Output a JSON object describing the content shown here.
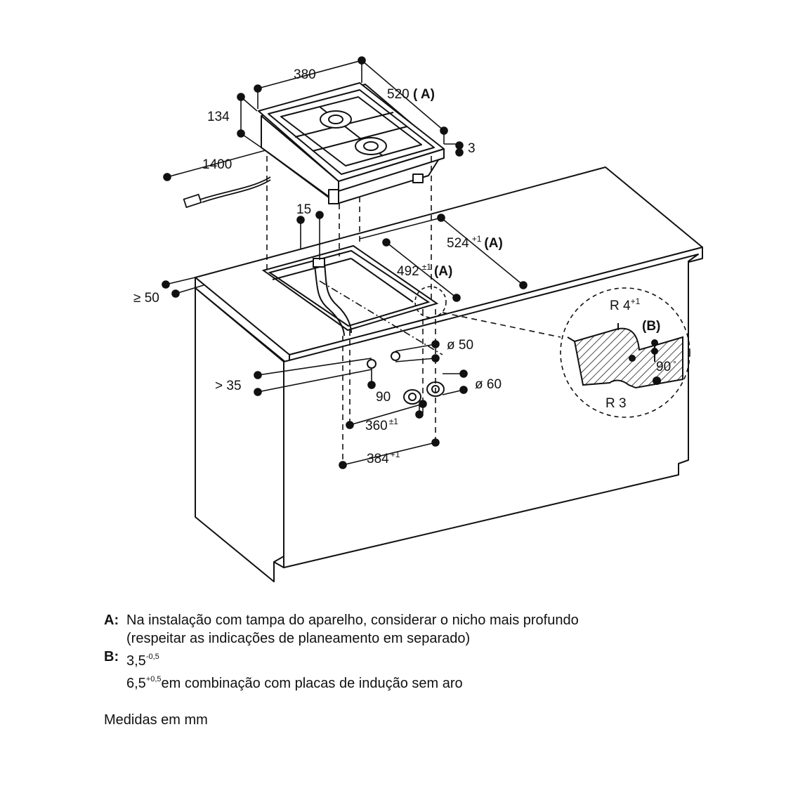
{
  "dimensions": {
    "width": "380",
    "depth": "520",
    "depth_ref": "( A)",
    "height": "134",
    "cable": "1400",
    "rim": "3",
    "back_gap": "15",
    "front_gap": "≥ 50",
    "cutout_depth": "524",
    "cutout_depth_tol": "+1",
    "cutout_depth_ref": "(A)",
    "cutout_inner": "492",
    "cutout_inner_tol": "±1",
    "cutout_inner_ref": "(A)",
    "hole_dia_small": "ø 50",
    "hole_dia_large": "ø 60",
    "hole_offset": "> 35",
    "hole_spacing": "90",
    "cutout_width_inner": "360",
    "cutout_width_inner_tol": "±1",
    "cutout_width": "384",
    "cutout_width_tol": "+1"
  },
  "detail": {
    "radius_top": "R 4",
    "radius_top_tol": "+1",
    "label_b": "(B)",
    "angle": "90",
    "angle_unit": "°",
    "radius_bottom": "R 3"
  },
  "notes": [
    {
      "key": "A:",
      "line1": "Na instalação com tampa do aparelho, considerar o nicho mais profundo",
      "line2": "(respeitar as indicações de planeamento em separado)"
    },
    {
      "key": "B:",
      "line1_value": "3,5",
      "line1_sup": "-0,5",
      "line2_value": "6,5",
      "line2_sup": "+0,5",
      "line2_text": "em combinação com placas de indução sem aro"
    }
  ],
  "units": "Medidas em mm"
}
